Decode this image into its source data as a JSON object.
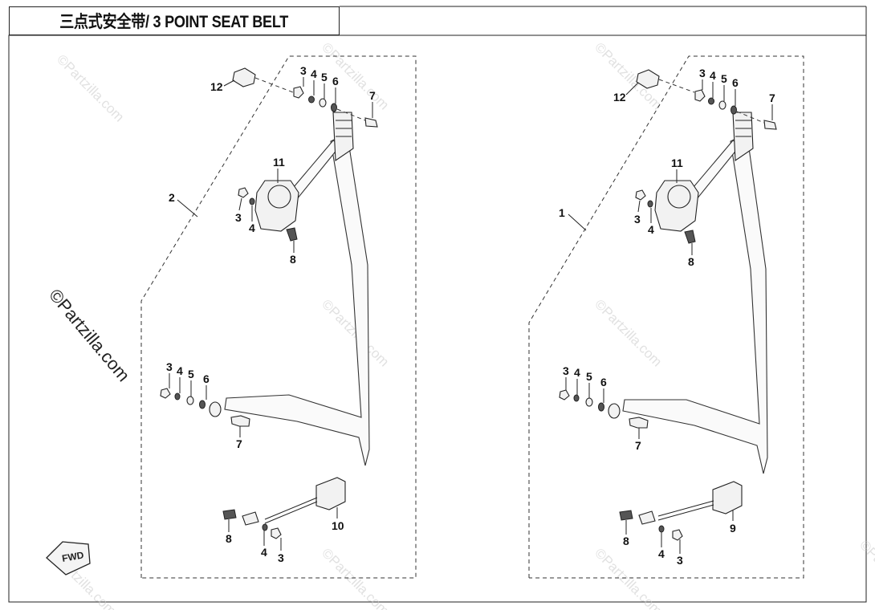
{
  "title": "三点式安全带/ 3 POINT SEAT BELT",
  "watermarks": {
    "small": "©Partzilla.com",
    "large": "©Partzilla.com"
  },
  "fwd_label": "FWD",
  "left_assembly": {
    "assembly_number": "2",
    "buckle_number": "10",
    "callouts": {
      "top_3": "3",
      "top_4": "4",
      "top_5": "5",
      "top_6": "6",
      "top_7": "7",
      "top_12": "12",
      "retractor_11": "11",
      "retractor_3": "3",
      "retractor_4": "4",
      "retractor_8": "8",
      "anchor_3": "3",
      "anchor_4": "4",
      "anchor_5": "5",
      "anchor_6": "6",
      "anchor_7": "7",
      "buckle_8": "8",
      "buckle_4": "4",
      "buckle_3": "3"
    }
  },
  "right_assembly": {
    "assembly_number": "1",
    "buckle_number": "9",
    "callouts": {
      "top_3": "3",
      "top_4": "4",
      "top_5": "5",
      "top_6": "6",
      "top_7": "7",
      "top_12": "12",
      "retractor_11": "11",
      "retractor_3": "3",
      "retractor_4": "4",
      "retractor_8": "8",
      "anchor_3": "3",
      "anchor_4": "4",
      "anchor_5": "5",
      "anchor_6": "6",
      "anchor_7": "7",
      "buckle_8": "8",
      "buckle_4": "4",
      "buckle_3": "3"
    }
  },
  "colors": {
    "line": "#222222",
    "watermark": "#c9c9c9"
  }
}
